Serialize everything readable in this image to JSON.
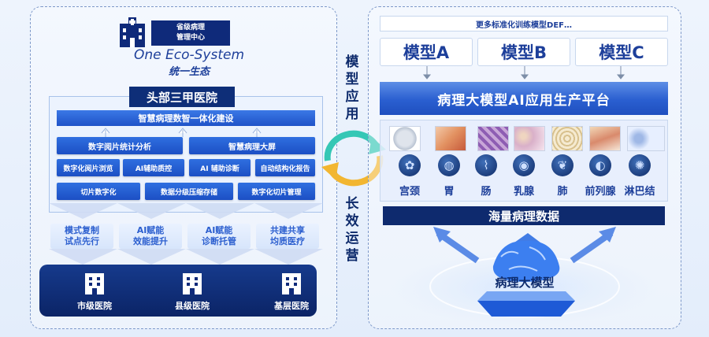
{
  "left": {
    "center_title_line1": "省级病理",
    "center_title_line2": "管理中心",
    "eco_en": "One Eco-System",
    "eco_cn": "统一生态",
    "top_hospital": "头部三甲医院",
    "platform": "智慧病理数智一体化建设",
    "modules_row1": [
      "数字阅片统计分析",
      "智慧病理大屏"
    ],
    "modules_row2": [
      "数字化阅片浏览",
      "AI辅助质控",
      "AI 辅助诊断",
      "自动结构化报告"
    ],
    "modules_row3": [
      "切片数字化",
      "数据分级压缩存储",
      "数字化切片管理"
    ],
    "benefits": [
      "模式复制\n试点先行",
      "AI赋能\n效能提升",
      "AI赋能\n诊断托管",
      "共建共享\n均质医疗"
    ],
    "hospitals": [
      "市级医院",
      "县级医院",
      "基层医院"
    ]
  },
  "middle": {
    "top_label": "模型应用",
    "bottom_label": "长效运营"
  },
  "right": {
    "more_models": "更多标准化训练模型DEF…",
    "models": [
      "模型A",
      "模型B",
      "模型C"
    ],
    "platform": "病理大模型AI应用生产平台",
    "organs": [
      "宫颈",
      "胃",
      "肠",
      "乳腺",
      "肺",
      "前列腺",
      "淋巴结"
    ],
    "data_bar": "海量病理数据",
    "core": "病理大模型"
  },
  "colors": {
    "navy": "#0f2a7a",
    "accent_blue": "#1c4fc4",
    "teal": "#35c7b5",
    "gold": "#f2b631"
  }
}
